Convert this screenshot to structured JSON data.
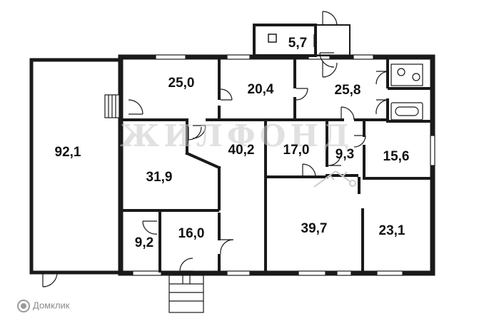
{
  "rooms": [
    {
      "id": "r92_1",
      "area": "92,1"
    },
    {
      "id": "r25_0",
      "area": "25,0"
    },
    {
      "id": "r20_4",
      "area": "20,4"
    },
    {
      "id": "r25_8",
      "area": "25,8"
    },
    {
      "id": "r5_7",
      "area": "5,7"
    },
    {
      "id": "r40_2",
      "area": "40,2"
    },
    {
      "id": "r31_9",
      "area": "31,9"
    },
    {
      "id": "r17_0",
      "area": "17,0"
    },
    {
      "id": "r9_3",
      "area": "9,3"
    },
    {
      "id": "r15_6",
      "area": "15,6"
    },
    {
      "id": "r39_7",
      "area": "39,7"
    },
    {
      "id": "r23_1",
      "area": "23,1"
    },
    {
      "id": "r9_2",
      "area": "9,2"
    },
    {
      "id": "r16_0",
      "area": "16,0"
    }
  ],
  "watermark": {
    "text": "ЖИЛФОНД"
  },
  "brand": {
    "text": "Домклик"
  },
  "colors": {
    "wall": "#1a1a1a",
    "background": "#ffffff",
    "watermark": "#c8c8c8",
    "brand": "#8a8a8a"
  }
}
